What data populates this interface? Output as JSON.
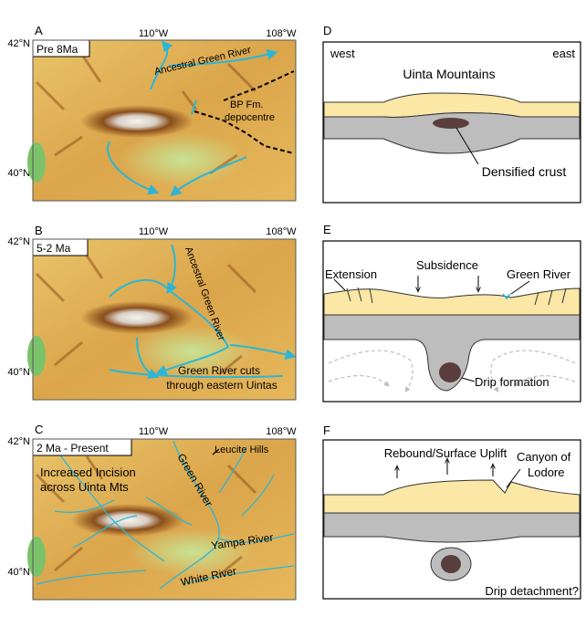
{
  "panels": {
    "A": {
      "letter": "A",
      "period": "Pre 8Ma",
      "lat_top": "42°N",
      "lat_bottom": "40°N",
      "lon_left": "110°W",
      "lon_right": "108°W",
      "river_label": "Ancestral Green River",
      "depocentre_line1": "BP Fm.",
      "depocentre_line2": "depocentre"
    },
    "B": {
      "letter": "B",
      "period": "5-2 Ma",
      "lat_top": "42°N",
      "lat_bottom": "40°N",
      "lon_left": "110°W",
      "lon_right": "108°W",
      "river_label": "Ancestral Green River",
      "note_line1": "Green River cuts",
      "note_line2": "through eastern Uintas"
    },
    "C": {
      "letter": "C",
      "period": "2 Ma - Present",
      "lat_top": "42°N",
      "lat_bottom": "40°N",
      "lon_left": "110°W",
      "lon_right": "108°W",
      "hills_label": "Leucite Hills",
      "note_line1": "Increased Incision",
      "note_line2": "across Uinta Mts",
      "green_river": "Green River",
      "yampa_river": "Yampa River",
      "white_river": "White River"
    },
    "D": {
      "letter": "D",
      "west": "west",
      "east": "east",
      "mountains": "Uinta Mountains",
      "crust": "Densified crust"
    },
    "E": {
      "letter": "E",
      "extension": "Extension",
      "subsidence": "Subsidence",
      "green_river": "Green River",
      "drip": "Drip formation"
    },
    "F": {
      "letter": "F",
      "rebound": "Rebound/Surface Uplift",
      "canyon_line1": "Canyon of",
      "canyon_line2": "Lodore",
      "detachment": "Drip detachment?"
    }
  },
  "colors": {
    "river": "#2bb6d6",
    "crust_upper": "#fbe7a6",
    "crust_lower": "#bdbdbd",
    "drip": "#5a3e3e",
    "terrain_base": "#e0b254",
    "terrain_dark": "#8a4e1c",
    "snow": "#f4f4f4",
    "lowland": "#bfe08a"
  }
}
